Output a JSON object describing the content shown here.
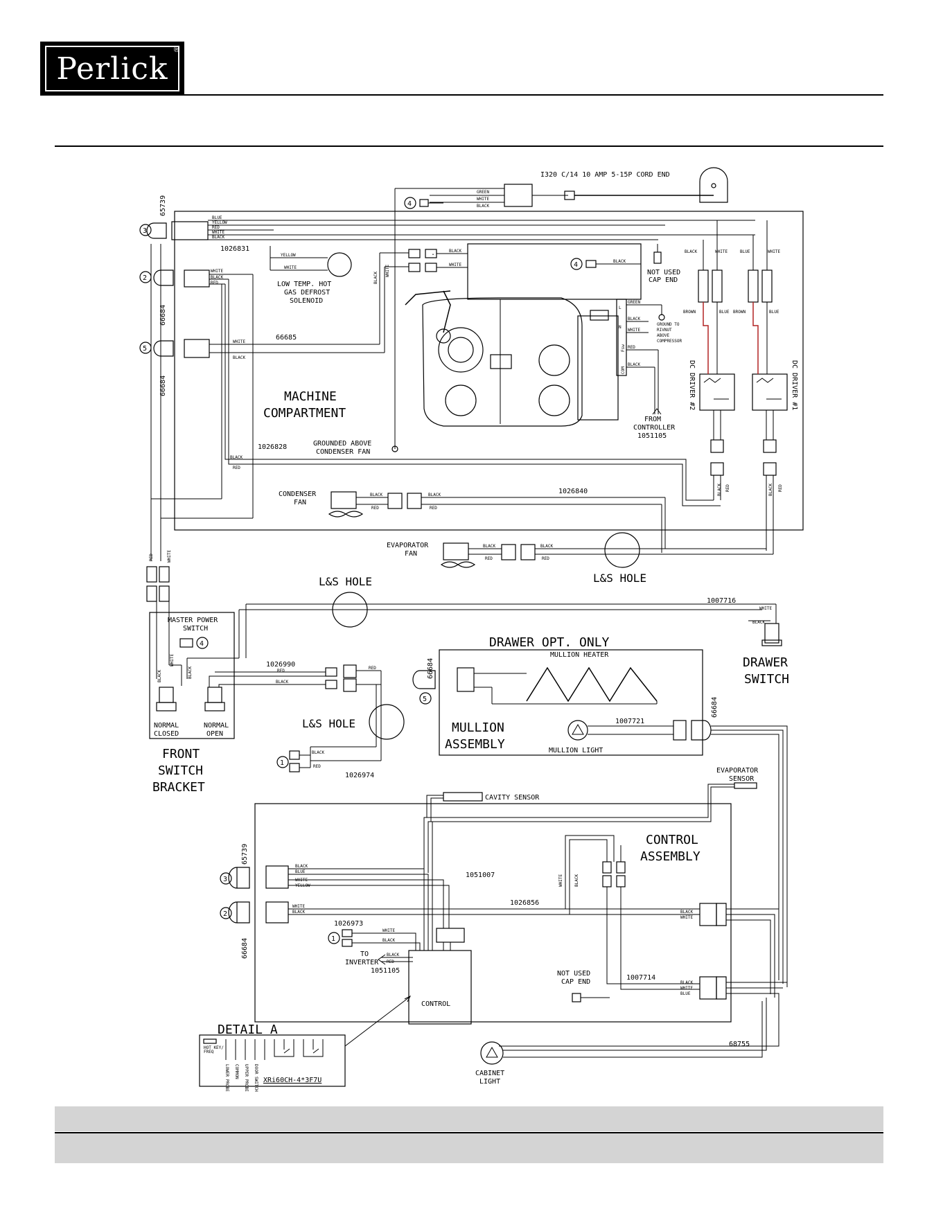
{
  "header": {
    "brand": "Perlick",
    "registered_mark": "®"
  },
  "labels": {
    "cord_end": "I320 C/14 10 AMP 5-15P CORD END",
    "machine_compartment_1": "MACHINE",
    "machine_compartment_2": "COMPARTMENT",
    "solenoid_1": "LOW TEMP. HOT",
    "solenoid_2": "GAS DEFROST",
    "solenoid_3": "SOLENOID",
    "grounded_1": "GROUNDED ABOVE",
    "grounded_2": "CONDENSER FAN",
    "not_used_cap_1": "NOT USED",
    "not_used_cap_2": "CAP END",
    "ground_rivnut_1": "GROUND TO",
    "ground_rivnut_2": "RIVNUT",
    "ground_rivnut_3": "ABOVE",
    "ground_rivnut_4": "COMPRESSOR",
    "from_controller_1": "FROM",
    "from_controller_2": "CONTROLLER",
    "from_controller_3": "1051105",
    "dc_driver_2": "DC DRIVER #2",
    "dc_driver_1": "DC DRIVER #1",
    "condenser_fan_1": "CONDENSER",
    "condenser_fan_2": "FAN",
    "evaporator_fan_1": "EVAPORATOR",
    "evaporator_fan_2": "FAN",
    "ls_hole": "L&S HOLE",
    "master_power_1": "MASTER POWER",
    "master_power_2": "SWITCH",
    "normal_closed_1": "NORMAL",
    "normal_closed_2": "CLOSED",
    "normal_open_1": "NORMAL",
    "normal_open_2": "OPEN",
    "front_switch_1": "FRONT",
    "front_switch_2": "SWITCH",
    "front_switch_3": "BRACKET",
    "drawer_opt": "DRAWER OPT. ONLY",
    "mullion_heater": "MULLION HEATER",
    "mullion_assembly_1": "MULLION",
    "mullion_assembly_2": "ASSEMBLY",
    "mullion_light": "MULLION LIGHT",
    "drawer_switch_1": "DRAWER",
    "drawer_switch_2": "SWITCH",
    "evaporator_sensor_1": "EVAPORATOR",
    "evaporator_sensor_2": "SENSOR",
    "cavity_sensor": "CAVITY SENSOR",
    "control_assembly_1": "CONTROL",
    "control_assembly_2": "ASSEMBLY",
    "to_inverter_1": "TO",
    "to_inverter_2": "INVERTER",
    "to_inverter_3": "1051105",
    "control": "CONTROL",
    "cabinet_light_1": "CABINET",
    "cabinet_light_2": "LIGHT",
    "detail_a": "DETAIL A",
    "detail_model": "XRi60CH-4*3F7U",
    "detail_hot_key": "HOT KEY/",
    "detail_freq": "FREQ",
    "detail_lower_probe": "LOWER PROBE",
    "detail_common": "COMMON",
    "detail_upper_probe": "UPPER PROBE",
    "detail_door_switch": "DOOR SWITCH"
  },
  "part_numbers": {
    "p65739": "65739",
    "p66684": "66684",
    "p1026831": "1026831",
    "p66685": "66685",
    "p1026828": "1026828",
    "p1026840": "1026840",
    "p1007716": "1007716",
    "p1026990": "1026990",
    "p1026974": "1026974",
    "p1007721": "1007721",
    "p1051007": "1051007",
    "p1026856": "1026856",
    "p1026973": "1026973",
    "p1007714": "1007714",
    "p68755": "68755"
  },
  "callouts": {
    "c1": "1",
    "c2": "2",
    "c3": "3",
    "c4": "4",
    "c5": "5"
  },
  "terminals": {
    "l": "L",
    "n": "N",
    "fsw": "Fsw",
    "com": "COM"
  },
  "wire_colors": {
    "blue": "BLUE",
    "yellow": "YELLOW",
    "red": "RED",
    "white": "WHITE",
    "black": "BLACK",
    "green": "GREEN",
    "brown": "BROWN"
  },
  "colors": {
    "brown_wire": "#b22222",
    "footer_band": "#d4d4d4"
  }
}
